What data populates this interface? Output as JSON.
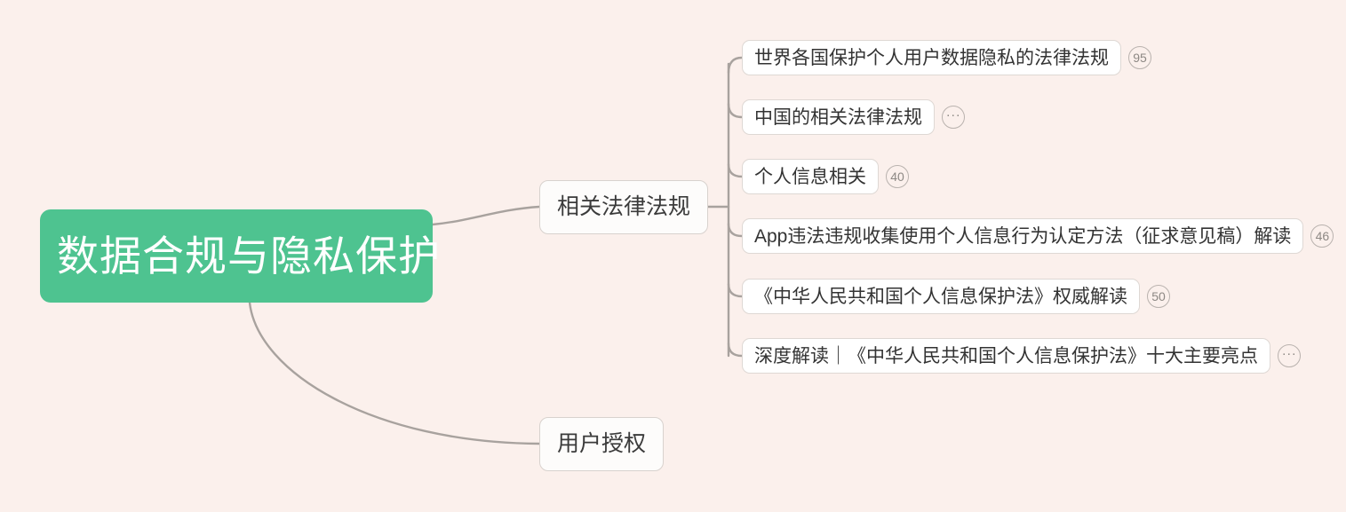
{
  "theme": {
    "background_color": "#fbf0ec",
    "root_fill": "#4ec390",
    "root_text_color": "#ffffff",
    "node_fill": "#ffffff",
    "node_border": "#ded8d4",
    "node_text_color": "#333333",
    "connector_color": "#a8a29e",
    "badge_border": "#b9b2ae",
    "badge_text_color": "#8d8884"
  },
  "mindmap": {
    "root": {
      "label": "数据合规与隐私保护"
    },
    "branches": [
      {
        "label": "相关法律法规",
        "children": [
          {
            "label": "世界各国保护个人用户数据隐私的法律法规",
            "badge": "95"
          },
          {
            "label": "中国的相关法律法规",
            "badge": "···"
          },
          {
            "label": "个人信息相关",
            "badge": "40"
          },
          {
            "label": "App违法违规收集使用个人信息行为认定方法（征求意见稿）解读",
            "badge": "46"
          },
          {
            "label": "《中华人民共和国个人信息保护法》权威解读",
            "badge": "50"
          },
          {
            "label": "深度解读｜《中华人民共和国个人信息保护法》十大主要亮点",
            "badge": "···"
          }
        ]
      },
      {
        "label": "用户授权",
        "children": []
      }
    ]
  }
}
